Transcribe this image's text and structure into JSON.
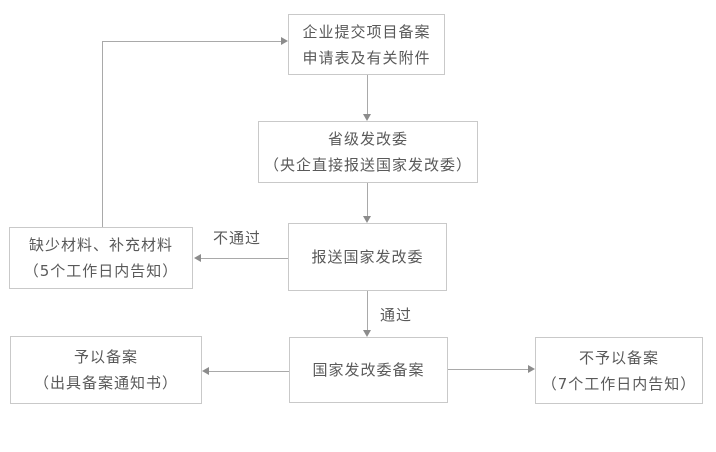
{
  "colors": {
    "background": "#ffffff",
    "box_border": "#c9c9c9",
    "box_text": "#595959",
    "connector_line": "#a9a9a9",
    "arrowhead": "#8c8c8c"
  },
  "flowchart": {
    "boxes": {
      "submit_application": {
        "line1": "企业提交项目备案",
        "line2": "申请表及有关附件"
      },
      "provincial_ndrc": {
        "line1": "省级发改委",
        "line2": "（央企直接报送国家发改委）"
      },
      "report_national_ndrc": {
        "line1": "报送国家发改委"
      },
      "missing_materials": {
        "line1": "缺少材料、补充材料",
        "line2": "（5个工作日内告知）"
      },
      "approved_filing": {
        "line1": "予以备案",
        "line2": "（出具备案通知书）"
      },
      "national_ndrc_filing": {
        "line1": "国家发改委备案"
      },
      "rejected_filing": {
        "line1": "不予以备案",
        "line2": "（7个工作日内告知）"
      }
    },
    "labels": {
      "fail": "不通过",
      "pass": "通过"
    }
  }
}
